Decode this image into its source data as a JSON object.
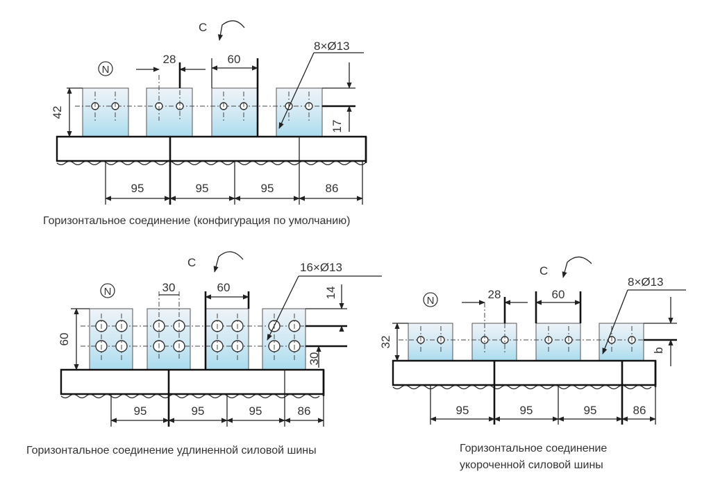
{
  "colors": {
    "busbar_top": "#eef3f8",
    "busbar_bottom": "#a9dcee",
    "line": "#222222",
    "text": "#333333"
  },
  "diagrams": [
    {
      "caption": "Горизонтальное соединение (конфигурация по умолчанию)",
      "neutral_label": "N",
      "rotation_label": "C",
      "pitch_label": "28",
      "bar_width_label": "60",
      "holes_label": "8×Ø13",
      "height_label": "42",
      "offset_label": "17",
      "spacing_labels": [
        "95",
        "95",
        "95",
        "86"
      ]
    },
    {
      "caption": "Горизонтальное соединение удлиненной силовой шины",
      "neutral_label": "N",
      "rotation_label": "C",
      "pitch_label": "30",
      "bar_width_label": "60",
      "holes_label": "16×Ø13",
      "height_label": "60",
      "offset_top_label": "14",
      "offset_label": "30",
      "spacing_labels": [
        "95",
        "95",
        "95",
        "86"
      ]
    },
    {
      "caption_line1": "Горизонтальное соединение",
      "caption_line2": "укороченной силовой шины",
      "neutral_label": "N",
      "rotation_label": "C",
      "pitch_label": "28",
      "bar_width_label": "60",
      "holes_label": "8×Ø13",
      "height_label": "32",
      "offset_label": "b",
      "spacing_labels": [
        "95",
        "95",
        "95",
        "86"
      ]
    }
  ]
}
